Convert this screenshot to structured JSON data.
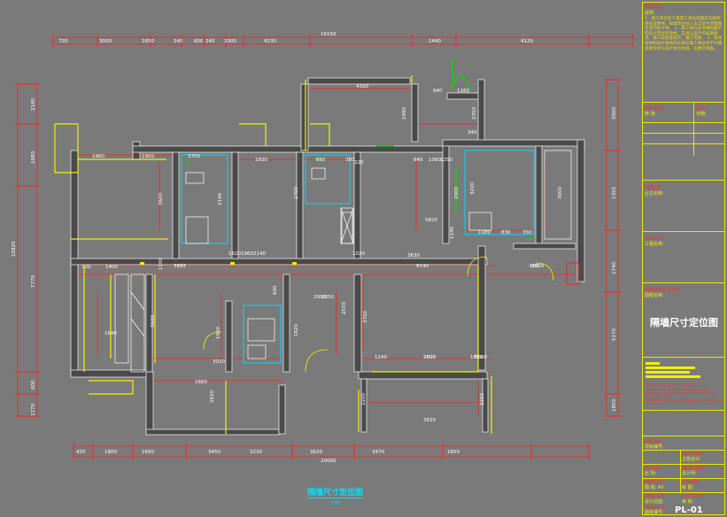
{
  "drawing": {
    "title": "隔墙尺寸定位图",
    "scale": "1:65",
    "sheet_no": "PL-01"
  },
  "title_block": {
    "notes_head": "NOTES:",
    "notes_label": "说明:",
    "notes_text": "1、施工单位在下道施工单位前期应与图则审核说明书，如发现任何入与实际不同需报告室内设计师。 2、施工单位必须遵照图示的设计定位有效性，应具与设计的按施要求，施工前检查核实，施工完按。 3、现场墙体和设计图纸的比例与施工单位有不同意见要及时与设计单位协商，在图示调查。",
    "revised_en": "REVISED",
    "revised_cn": "修 改:",
    "date_en": "DATE",
    "date_cn": "日期:",
    "client_en": "CLIENT",
    "client_cn": "业主名称:",
    "project_en": "PROJECT",
    "project_cn": "工程名称:",
    "drawing_title_en": "DRAWING TITLE",
    "drawing_title_cn": "图纸名称:",
    "warn1": "Note: drawing, for copyright",
    "warn2": "The architect will and design not share dimension rights drawings must come on all dimension site",
    "warn3": "The dimension must be reported immediately to architect",
    "job_en": "JOB NO.",
    "job_cn": "项目编号:",
    "chief_en": "P.E.CHIEF",
    "chief_cn": "主管设计:",
    "scale_en": "SCALE",
    "scale_cn": "比 例:",
    "designer_en": "DESIGNER",
    "designer_cn": "设计师:",
    "papsize_en": "PAPSIZE",
    "papsize_cn": "图 幅: A3",
    "drawn_en": "DRAWN",
    "drawn_cn": "绘 图:",
    "checked_en": "CHECKED",
    "checked_cn": "设计总监:",
    "approved_en": "APPROVED",
    "approved_cn": "审 核:",
    "dwg_en": "DWG NO.",
    "dwg_cn": "图纸编号:"
  },
  "dimensions": {
    "top_total": "16150",
    "top": [
      "720",
      "3000",
      "1650",
      "240",
      "600",
      "240",
      "2000",
      "4230",
      "1440",
      "4120"
    ],
    "bottom_total": "20000",
    "bottom": [
      "420",
      "1800",
      "1650",
      "3450",
      "3230",
      "3620",
      "3470",
      "1850"
    ],
    "left_total": "15820",
    "left": [
      "2140",
      "1680",
      "7770",
      "600",
      "1770"
    ],
    "right": [
      "3000",
      "1350",
      "1740",
      "5170",
      "1850"
    ],
    "room": [
      "4320",
      "940",
      "1160",
      "2480",
      "2350",
      "340",
      "1060",
      "1960",
      "1950",
      "3600",
      "3700",
      "2140",
      "1600",
      "2700",
      "850",
      "5820",
      "380",
      "220",
      "645",
      "1250",
      "3200",
      "2000",
      "3000",
      "1140",
      "1180",
      "830",
      "350",
      "600",
      "3360",
      "1020",
      "1620",
      "720",
      "1400",
      "1100",
      "3885",
      "2140",
      "6140",
      "3630",
      "3600",
      "1640",
      "2600",
      "1850",
      "1960",
      "2950",
      "2550",
      "3700",
      "1240",
      "2600",
      "1600",
      "600",
      "2850",
      "1620",
      "3010",
      "1960",
      "2620",
      "1660",
      "2200",
      "3620",
      "2250"
    ]
  }
}
